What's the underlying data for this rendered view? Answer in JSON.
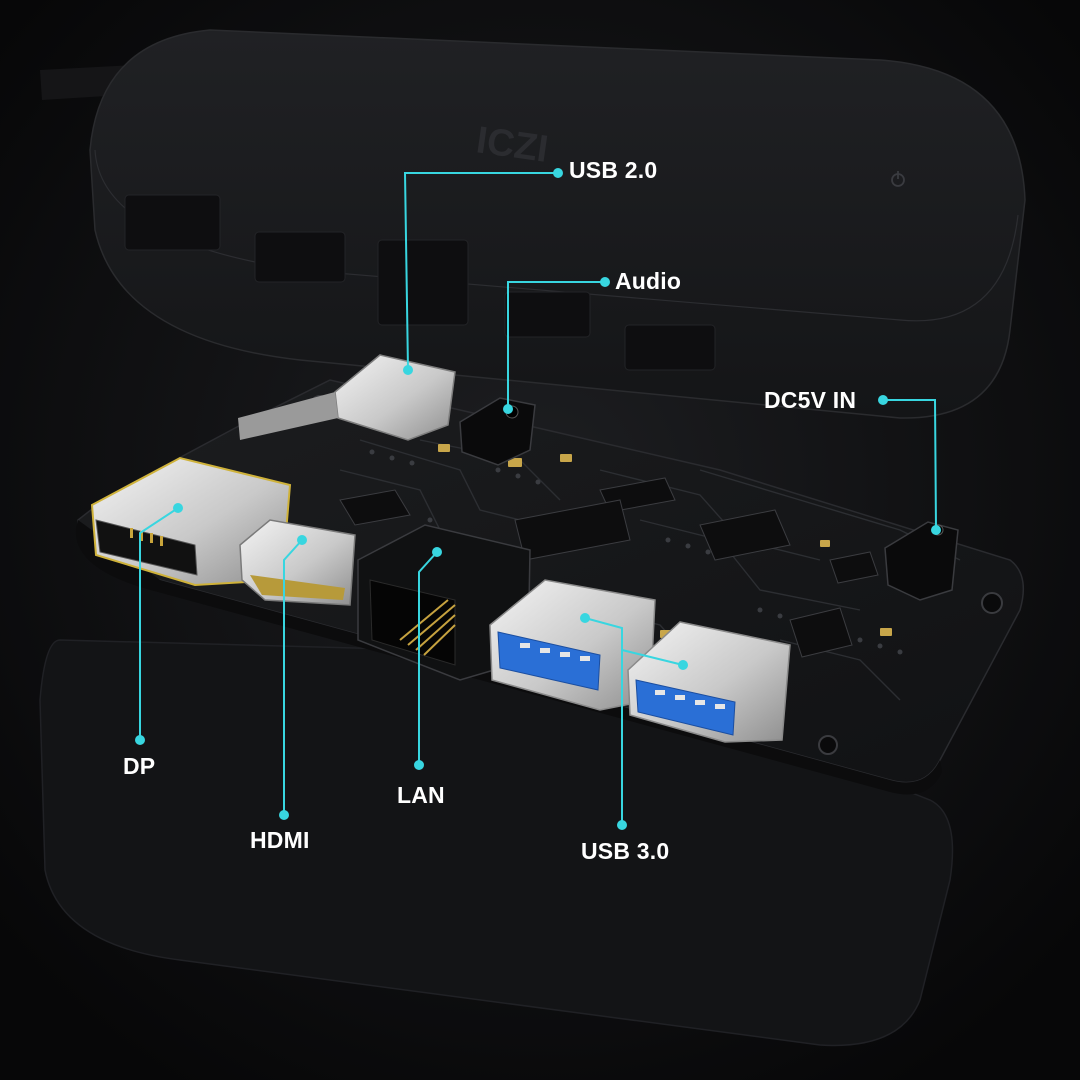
{
  "brand": {
    "logo_text": "ICZI"
  },
  "colors": {
    "callout": "#38d6e0",
    "background": "#0b0b0c",
    "pcb": "#17181a",
    "label": "#ffffff",
    "usb3_blue": "#2a6fd6"
  },
  "icons": {
    "power": "power-icon"
  },
  "ports": [
    {
      "id": "usb2",
      "label": "USB 2.0"
    },
    {
      "id": "audio",
      "label": "Audio"
    },
    {
      "id": "dc",
      "label": "DC5V IN"
    },
    {
      "id": "dp",
      "label": "DP"
    },
    {
      "id": "hdmi",
      "label": "HDMI"
    },
    {
      "id": "lan",
      "label": "LAN"
    },
    {
      "id": "usb3",
      "label": "USB 3.0"
    }
  ]
}
